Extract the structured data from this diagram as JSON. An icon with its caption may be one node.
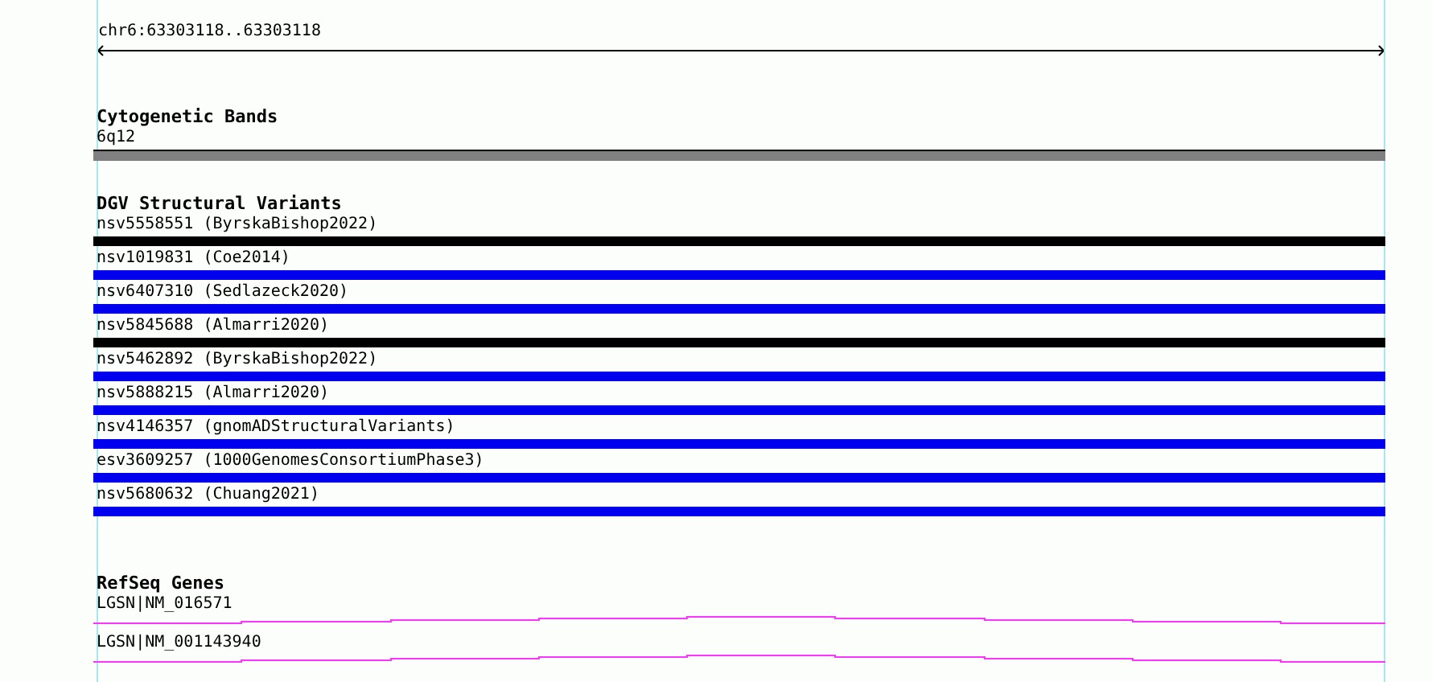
{
  "diagram": {
    "nodes": [
      {
        "text": [],
        "shape": "bar",
        "beside": [
          "6q12"
        ]
      },
      {
        "text": [],
        "shape": "bar",
        "beside": [
          "nsv5558551 (ByrskaBishop2022)"
        ]
      },
      {
        "text": [],
        "shape": "bar",
        "beside": [
          "nsv1019831 (Coe2014)"
        ]
      },
      {
        "text": [],
        "shape": "bar",
        "beside": [
          "nsv6407310 (Sedlazeck2020)"
        ]
      },
      {
        "text": [],
        "shape": "bar",
        "beside": [
          "nsv5845688 (Almarri2020)"
        ]
      },
      {
        "text": [],
        "shape": "bar",
        "beside": [
          "nsv5462892 (ByrskaBishop2022)"
        ]
      },
      {
        "text": [],
        "shape": "bar",
        "beside": [
          "nsv5888215 (Almarri2020)"
        ]
      },
      {
        "text": [],
        "shape": "bar",
        "beside": [
          "nsv4146357 (gnomADStructuralVariants)"
        ]
      },
      {
        "text": [],
        "shape": "bar",
        "beside": [
          "esv3609257 (1000GenomesConsortiumPhase3)"
        ]
      },
      {
        "text": [],
        "shape": "bar",
        "beside": [
          "nsv5680632 (Chuang2021)"
        ]
      },
      {
        "text": [],
        "shape": "bar",
        "beside": [
          "LGSN|NM_016571"
        ]
      },
      {
        "text": [],
        "shape": "bar",
        "beside": [
          "LGSN|NM_001143940"
        ]
      }
    ],
    "edges": [],
    "labels": [
      "chr6:63303118..63303118",
      "Cytogenetic Bands",
      "DGV Structural Variants",
      "RefSeq Genes"
    ]
  }
}
